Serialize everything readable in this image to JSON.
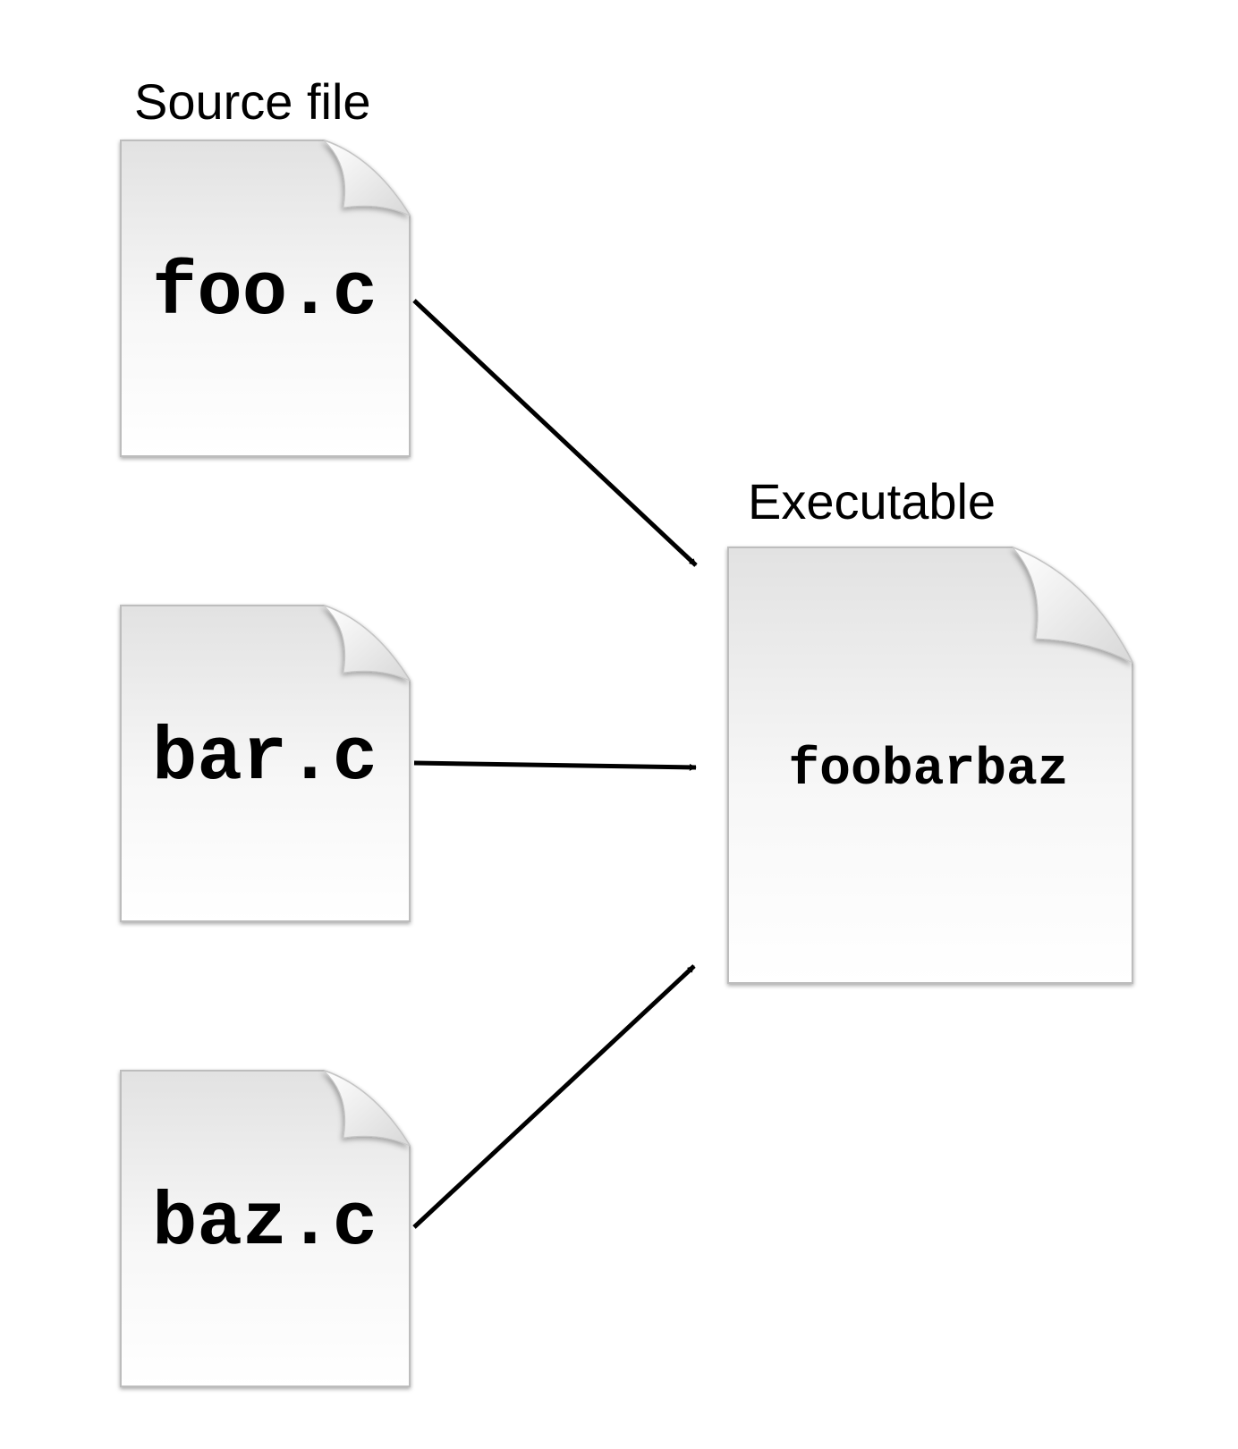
{
  "diagram": {
    "source_label": "Source file",
    "executable_label": "Executable",
    "sources": [
      {
        "name": "foo.c"
      },
      {
        "name": "bar.c"
      },
      {
        "name": "baz.c"
      }
    ],
    "executable": {
      "name": "foobarbaz"
    }
  },
  "colors": {
    "background": "#ffffff",
    "page_top": "#e4e4e4",
    "page_bottom": "#ffffff",
    "page_edge": "#bdbdbd",
    "arrow": "#000000",
    "text": "#000000"
  },
  "icons": {
    "file": "document-page-icon",
    "arrow": "arrow-icon"
  }
}
